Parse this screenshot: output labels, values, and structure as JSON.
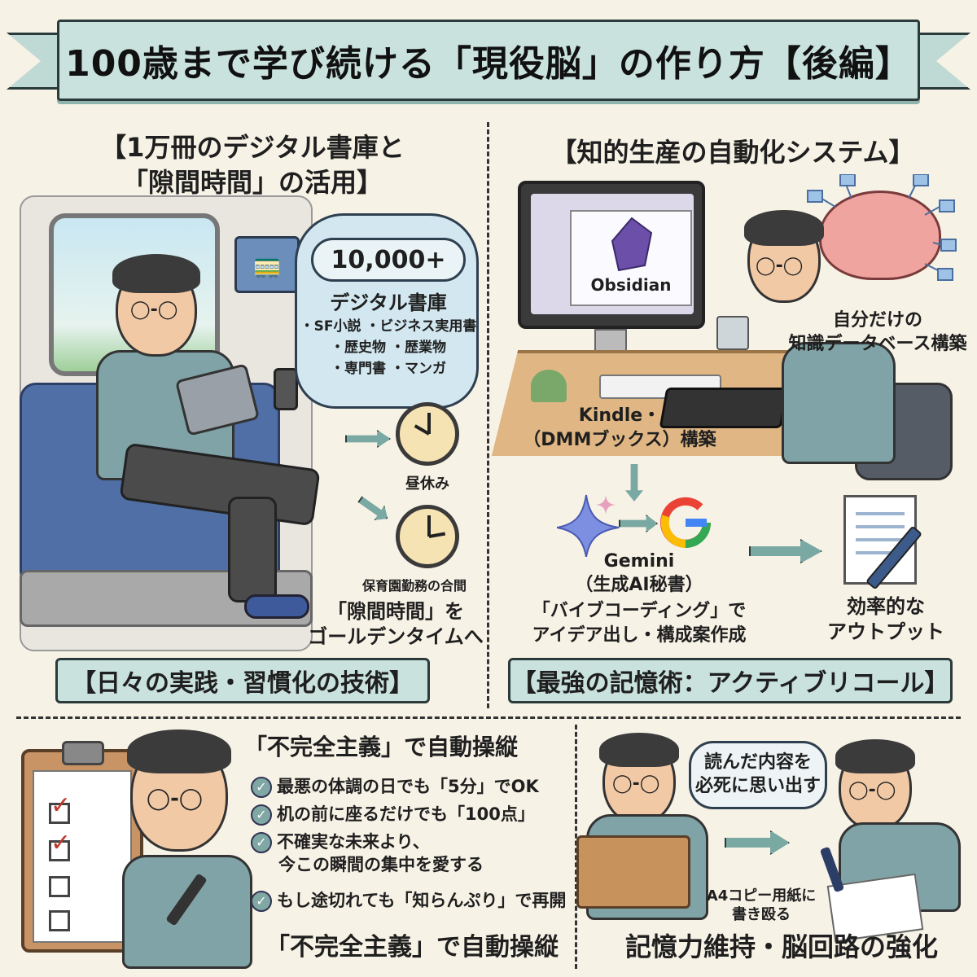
{
  "banner": {
    "title": "100歳まで学び続ける「現役脳」の作り方【後編】"
  },
  "top_left": {
    "heading_line1": "【1万冊のデジタル書庫と",
    "heading_line2": "「隙間時間」の活用】",
    "cloud": {
      "count": "10,000+",
      "label": "デジタル書庫",
      "genres_line1": "・SF小説 ・ビジネス実用書",
      "genres_line2": "・歴史物 ・歴業物",
      "genres_line3": "・専門書 ・マンガ"
    },
    "clock1_label": "昼休み",
    "clock2_label": "保育園勤務の合間",
    "caption_line1": "「隙間時間」を",
    "caption_line2": "ゴールデンタイムへ",
    "footer_label": "【日々の実践・習慣化の技術】"
  },
  "top_right": {
    "heading": "【知的生産の自動化システム】",
    "obsidian_label": "Obsidian",
    "db_line1": "自分だけの",
    "db_line2": "知識データベース構築",
    "kindle_line1": "Kindle・",
    "kindle_line2": "（DMMブックス）構築",
    "gemini_line1": "Gemini",
    "gemini_line2": "（生成AI秘書）",
    "vibe_line1": "「バイブコーディング」で",
    "vibe_line2": "アイデア出し・構成案作成",
    "output_line1": "効率的な",
    "output_line2": "アウトプット",
    "footer_label": "【最強の記憶術：アクティブリコール】"
  },
  "bottom_left": {
    "title": "「不完全主義」で自動操縦",
    "bullets": [
      {
        "line1": "最悪の体調の日でも「5分」でOK",
        "line2": ""
      },
      {
        "line1": "机の前に座るだけでも「100点」",
        "line2": ""
      },
      {
        "line1": "不確実な未来より、",
        "line2": "今この瞬間の集中を愛する"
      },
      {
        "line1": "もし途切れても「知らんぷり」で再開",
        "line2": ""
      }
    ],
    "caption": "「不完全主義」で自動操縦"
  },
  "bottom_right": {
    "speech_line1": "読んだ内容を",
    "speech_line2": "必死に思い出す",
    "a4_line1": "A4コピー用紙に",
    "a4_line2": "書き殴る",
    "caption": "記憶力維持・脳回路の強化"
  },
  "colors": {
    "banner": "#c9e2dd",
    "accent": "#7aa8a3",
    "background": "#f7f2e6",
    "check": "#c0392b"
  },
  "icons": [
    "train-icon",
    "tablet-icon",
    "phone-icon",
    "clock-icon",
    "brain-icon",
    "gemini-icon",
    "google-icon",
    "document-icon",
    "pen-icon",
    "check-icon",
    "book-icon"
  ]
}
